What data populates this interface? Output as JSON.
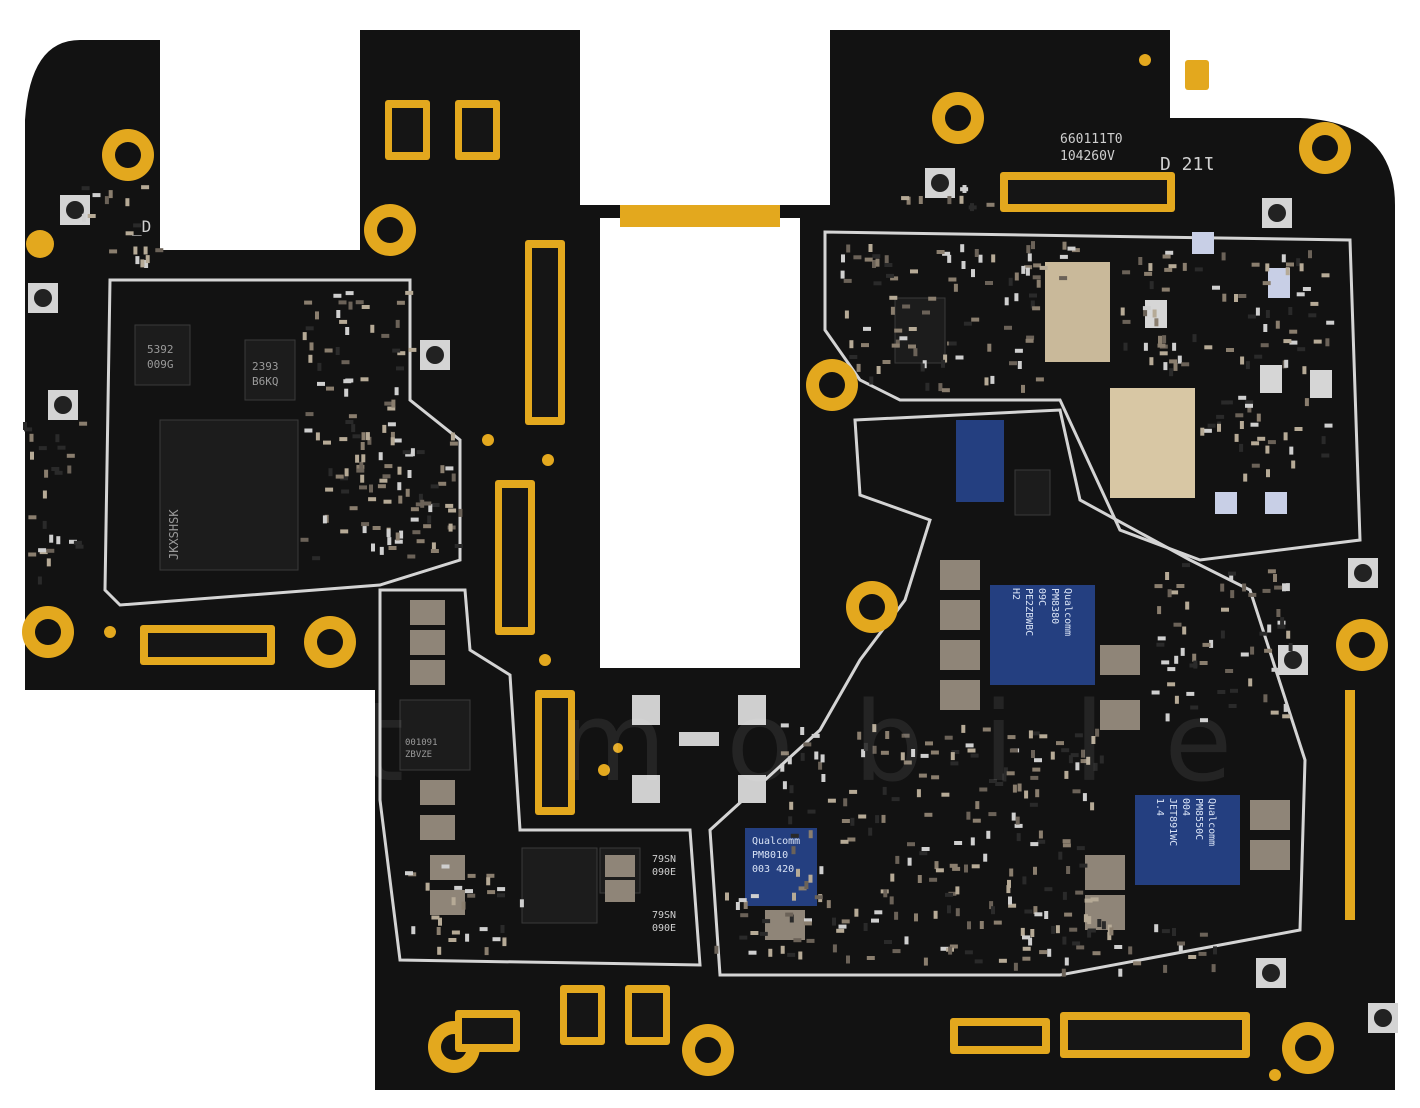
{
  "board": {
    "colors": {
      "substrate": "#121212",
      "gold": "#e3a81e",
      "shield": "#d4d4d4",
      "chip_blue": "#243f80",
      "chip_black": "#1c1c1c",
      "background": "#ffffff"
    },
    "silkscreen": {
      "top_code_1": "660111T0",
      "top_code_2": "104260V",
      "rev_mark": "D 21Ɩ",
      "corner_mark": "_D"
    },
    "chips": {
      "c5392": "5392",
      "c009g": "009G",
      "c2393": "2393",
      "cb6kq": "B6KQ",
      "soc_mark": "JKXSHSK",
      "pm_big_brand": "Qualcomm",
      "pm_big_1": "PM8380",
      "pm_big_2": "09C",
      "pm_big_3": "PE2ZBWBC",
      "pm_big_4": "H2",
      "pm_br_brand": "Qualcomm",
      "pm_br_1": "PM8550C",
      "pm_br_2": "004",
      "pm_br_3": "JET891WC",
      "pm_br_4": "1.4",
      "pm_bottom_brand": "Qualcomm",
      "pm_bottom_1": "PM8010",
      "pm_bottom_2": "003 420",
      "small_1": "79SN",
      "small_2": "090E",
      "small_3": "79SN",
      "small_4": "090E",
      "mem_mark_1": "001091",
      "mem_mark_2": "ZBVZE"
    },
    "watermark": "ict mobile"
  }
}
